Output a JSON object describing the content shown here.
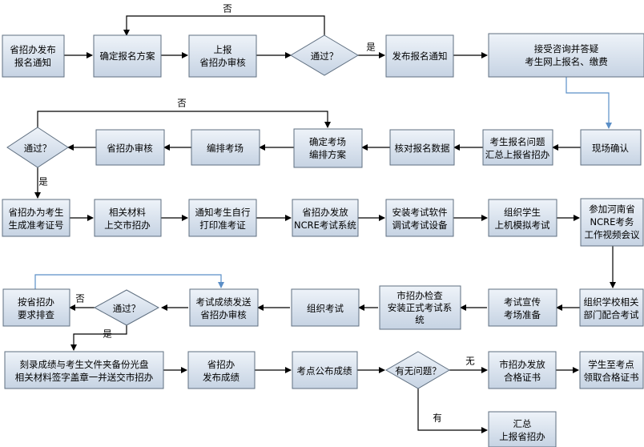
{
  "nodes": {
    "n1": [
      "省招办发布",
      "报名通知"
    ],
    "n2": [
      "确定报名方案"
    ],
    "n3": [
      "上报",
      "省招办审核"
    ],
    "n4": [
      "通过？"
    ],
    "n5": [
      "发布报名通知"
    ],
    "n6": [
      "接受咨询并答疑",
      "考生网上报名、缴费"
    ],
    "n7": [
      "现场确认"
    ],
    "n8": [
      "考生报名问题",
      "汇总上报省招办"
    ],
    "n9": [
      "核对报名数据"
    ],
    "n10": [
      "确定考场",
      "编排方案"
    ],
    "n11": [
      "编排考场"
    ],
    "n12": [
      "省招办审核"
    ],
    "n13": [
      "通过？"
    ],
    "n14": [
      "省招办为考生",
      "生成准考证号"
    ],
    "n15": [
      "相关材料",
      "上交市招办"
    ],
    "n16": [
      "通知考生自行",
      "打印准考证"
    ],
    "n17": [
      "省招办发放",
      "NCRE考试系统"
    ],
    "n18": [
      "安装考试软件",
      "调试考试设备"
    ],
    "n19": [
      "组织学生",
      "上机模拟考试"
    ],
    "n20": [
      "参加河南省",
      "NCRE考务",
      "工作视频会议"
    ],
    "n21": [
      "组织学校相关",
      "部门配合考试"
    ],
    "n22": [
      "考试宣传",
      "考场准备"
    ],
    "n23": [
      "市招办检查",
      "安装正式考试系",
      "统"
    ],
    "n24": [
      "组织考试"
    ],
    "n25": [
      "考试成绩发送",
      "省招办审核"
    ],
    "n26": [
      "通过？"
    ],
    "n27": [
      "按省招办",
      "要求排查"
    ],
    "n28": [
      "刻录成绩与考生文件夹备份光盘",
      "相关材料签字盖章一并送交市招办"
    ],
    "n29": [
      "省招办",
      "发布成绩"
    ],
    "n30": [
      "考点公布成绩"
    ],
    "n31": [
      "有无问题？"
    ],
    "n32": [
      "市招办发放",
      "合格证书"
    ],
    "n33": [
      "学生至考点",
      "领取合格证书"
    ],
    "n34": [
      "汇总",
      "上报省招办"
    ]
  },
  "labels": {
    "l1": "否",
    "l2": "是",
    "l3": "否",
    "l4": "是",
    "l5": "否",
    "l6": "是",
    "l7": "无",
    "l8": "有"
  }
}
